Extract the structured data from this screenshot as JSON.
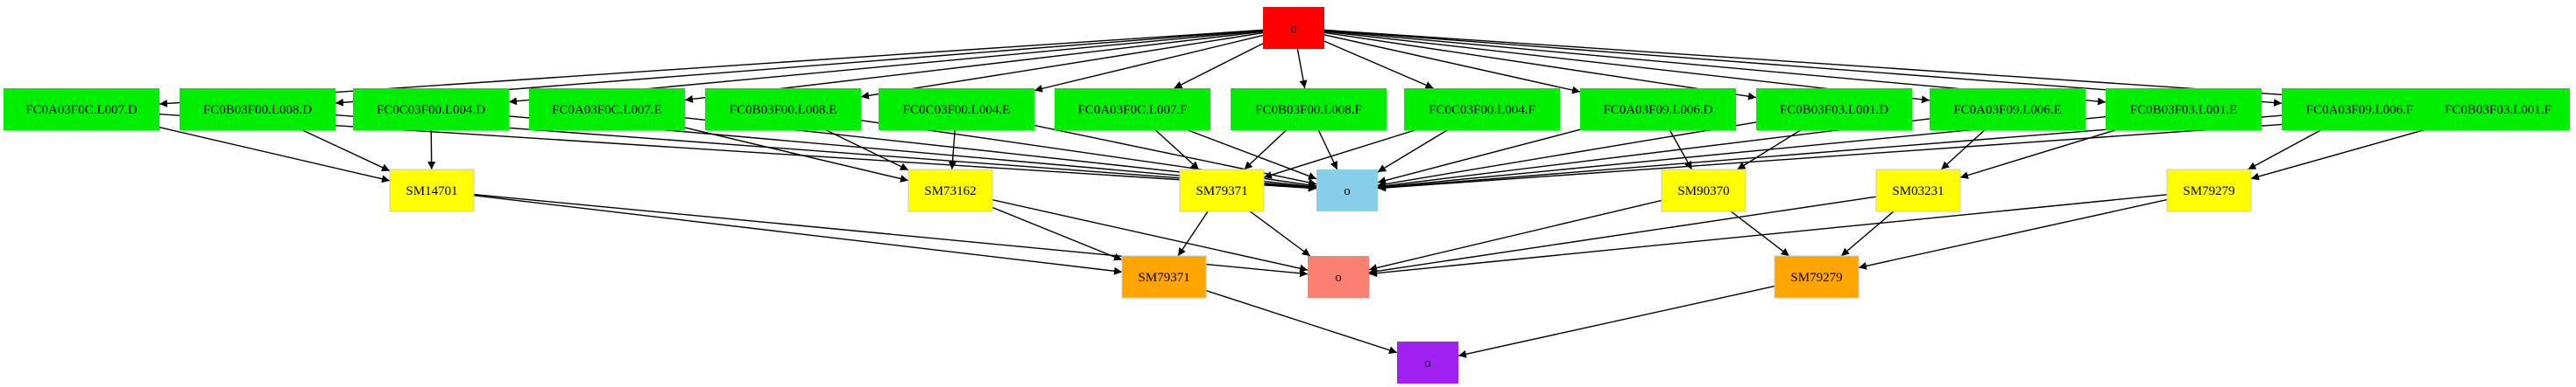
{
  "diagram": {
    "colors": {
      "root": "#ff0000",
      "level1": "#00ee00",
      "hub": "#87ceeb",
      "level2": "#ffff00",
      "sink": "#fa8072",
      "level3": "#ffa500",
      "final": "#a020f0",
      "edge": "#000000",
      "node_border": "#c8c8c8"
    },
    "nodes": [
      {
        "id": "root",
        "label": "o",
        "kind": "root"
      },
      {
        "id": "n1",
        "label": "FC0A03F0C.L007.D",
        "kind": "level1"
      },
      {
        "id": "n2",
        "label": "FC0B03F00.L008.D",
        "kind": "level1"
      },
      {
        "id": "n3",
        "label": "FC0C03F00.L004.D",
        "kind": "level1"
      },
      {
        "id": "n4",
        "label": "FC0A03F0C.L007.E",
        "kind": "level1"
      },
      {
        "id": "n5",
        "label": "FC0B03F00.L008.E",
        "kind": "level1"
      },
      {
        "id": "n6",
        "label": "FC0C03F00.L004.E",
        "kind": "level1"
      },
      {
        "id": "n7",
        "label": "FC0A03F0C.L007.F",
        "kind": "level1"
      },
      {
        "id": "n8",
        "label": "FC0B03F00.L008.F",
        "kind": "level1"
      },
      {
        "id": "n9",
        "label": "FC0C03F00.L004.F",
        "kind": "level1"
      },
      {
        "id": "n10",
        "label": "FC0A03F09.L006.D",
        "kind": "level1"
      },
      {
        "id": "n11",
        "label": "FC0B03F03.L001.D",
        "kind": "level1"
      },
      {
        "id": "n12",
        "label": "FC0A03F09.L006.E",
        "kind": "level1"
      },
      {
        "id": "n13",
        "label": "FC0B03F03.L001.E",
        "kind": "level1"
      },
      {
        "id": "n14",
        "label": "FC0A03F09.L006.F",
        "kind": "level1"
      },
      {
        "id": "n15",
        "label": "FC0B03F03.L001.F",
        "kind": "level1"
      },
      {
        "id": "hub",
        "label": "o",
        "kind": "hub"
      },
      {
        "id": "sm14701",
        "label": "SM14701",
        "kind": "level2"
      },
      {
        "id": "sm73162",
        "label": "SM73162",
        "kind": "level2"
      },
      {
        "id": "sm79371a",
        "label": "SM79371",
        "kind": "level2"
      },
      {
        "id": "sm90370",
        "label": "SM90370",
        "kind": "level2"
      },
      {
        "id": "sm03231",
        "label": "SM03231",
        "kind": "level2"
      },
      {
        "id": "sm79279a",
        "label": "SM79279",
        "kind": "level2"
      },
      {
        "id": "sink",
        "label": "o",
        "kind": "sink"
      },
      {
        "id": "sm79371b",
        "label": "SM79371",
        "kind": "level3"
      },
      {
        "id": "sm79279b",
        "label": "SM79279",
        "kind": "level3"
      },
      {
        "id": "final",
        "label": "o",
        "kind": "final"
      }
    ],
    "edges": [
      [
        "root",
        "n1"
      ],
      [
        "root",
        "n2"
      ],
      [
        "root",
        "n3"
      ],
      [
        "root",
        "n4"
      ],
      [
        "root",
        "n5"
      ],
      [
        "root",
        "n6"
      ],
      [
        "root",
        "n7"
      ],
      [
        "root",
        "n8"
      ],
      [
        "root",
        "n9"
      ],
      [
        "root",
        "n10"
      ],
      [
        "root",
        "n11"
      ],
      [
        "root",
        "n12"
      ],
      [
        "root",
        "n13"
      ],
      [
        "root",
        "n14"
      ],
      [
        "root",
        "n15"
      ],
      [
        "n1",
        "hub"
      ],
      [
        "n2",
        "hub"
      ],
      [
        "n3",
        "hub"
      ],
      [
        "n4",
        "hub"
      ],
      [
        "n5",
        "hub"
      ],
      [
        "n6",
        "hub"
      ],
      [
        "n7",
        "hub"
      ],
      [
        "n8",
        "hub"
      ],
      [
        "n9",
        "hub"
      ],
      [
        "n10",
        "hub"
      ],
      [
        "n11",
        "hub"
      ],
      [
        "n12",
        "hub"
      ],
      [
        "n13",
        "hub"
      ],
      [
        "n14",
        "hub"
      ],
      [
        "n15",
        "hub"
      ],
      [
        "n1",
        "sm14701"
      ],
      [
        "n2",
        "sm14701"
      ],
      [
        "n3",
        "sm14701"
      ],
      [
        "n4",
        "sm73162"
      ],
      [
        "n5",
        "sm73162"
      ],
      [
        "n6",
        "sm73162"
      ],
      [
        "n7",
        "sm79371a"
      ],
      [
        "n8",
        "sm79371a"
      ],
      [
        "n9",
        "sm79371a"
      ],
      [
        "n10",
        "sm90370"
      ],
      [
        "n11",
        "sm90370"
      ],
      [
        "n12",
        "sm03231"
      ],
      [
        "n13",
        "sm03231"
      ],
      [
        "n14",
        "sm79279a"
      ],
      [
        "n15",
        "sm79279a"
      ],
      [
        "sm14701",
        "sink"
      ],
      [
        "sm73162",
        "sink"
      ],
      [
        "sm79371a",
        "sink"
      ],
      [
        "sm90370",
        "sink"
      ],
      [
        "sm03231",
        "sink"
      ],
      [
        "sm79279a",
        "sink"
      ],
      [
        "sm14701",
        "sm79371b"
      ],
      [
        "sm73162",
        "sm79371b"
      ],
      [
        "sm79371a",
        "sm79371b"
      ],
      [
        "sm90370",
        "sm79279b"
      ],
      [
        "sm03231",
        "sm79279b"
      ],
      [
        "sm79279a",
        "sm79279b"
      ],
      [
        "sm79371b",
        "final"
      ],
      [
        "sm79279b",
        "final"
      ]
    ]
  }
}
